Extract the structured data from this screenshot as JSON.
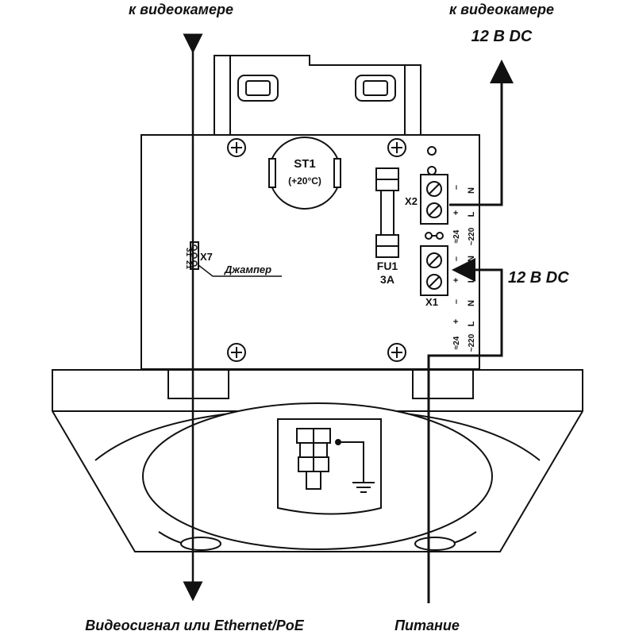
{
  "labels": {
    "top_left": "к видеокамере",
    "top_right": "к видеокамере",
    "top_right_voltage": "12 В DC",
    "side_voltage": "12 В DC",
    "bottom_left": "Видеосигнал или Ethernet/PoE",
    "bottom_right": "Питание"
  },
  "components": {
    "thermostat_name": "ST1",
    "thermostat_temp": "(+20°C)",
    "fuse_name": "FU1",
    "fuse_rating": "3A",
    "terminal_x1": "X1",
    "terminal_x2": "X2",
    "jumper_name": "X7",
    "jumper_label": "Джампер",
    "jumper_pin_31": "31",
    "jumper_pin_21": "21"
  },
  "terminal_labels": {
    "x2_minus": "–",
    "x2_N": "N",
    "x2_plus": "+",
    "x2_L": "L",
    "x1_minus": "–",
    "x1_N": "N",
    "x1_plus": "+",
    "x1_L": "L",
    "supply_upper_24": "≈24",
    "supply_upper_220": "~220",
    "supply_lower_24": "≈24",
    "supply_lower_220": "~220",
    "lower_minus": "–",
    "lower_N": "N",
    "lower_plus": "+",
    "lower_L": "L"
  }
}
